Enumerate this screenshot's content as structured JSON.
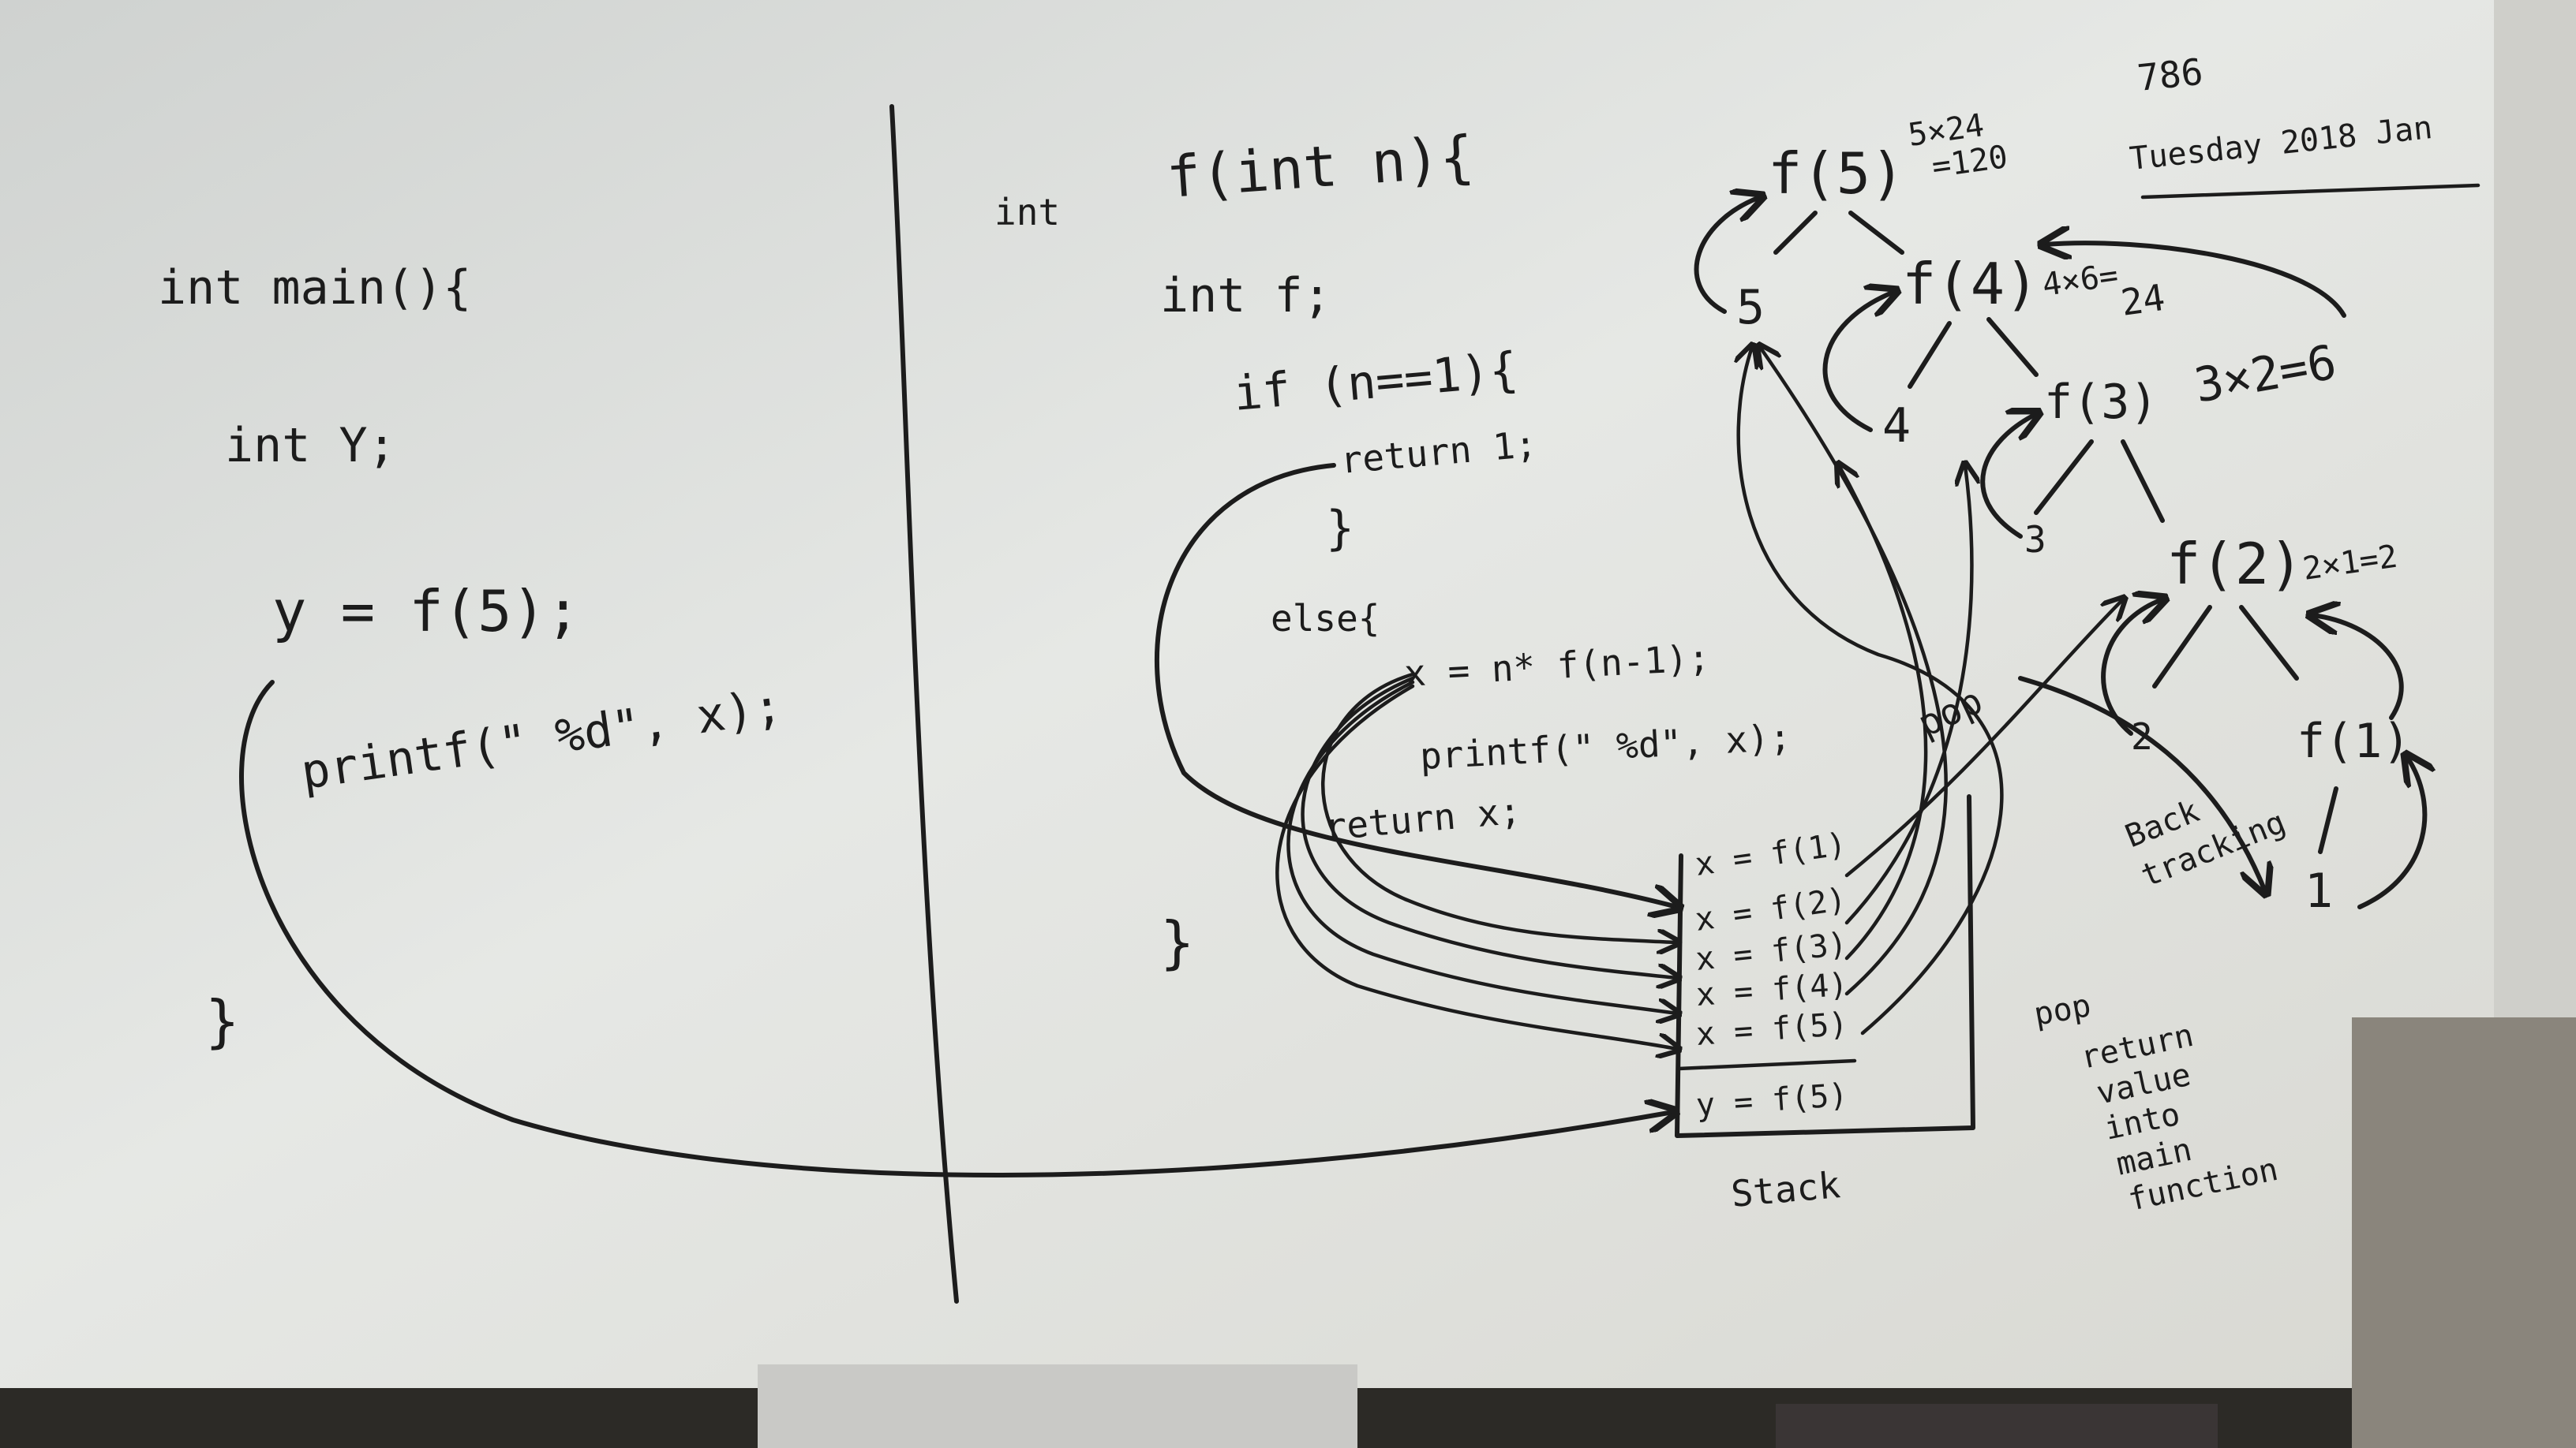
{
  "corner_note": {
    "number": "786",
    "date": "Tuesday 2018 Jan"
  },
  "main_code": {
    "header": "int main(){",
    "decl": "int Y;",
    "call": "y = f(5);",
    "print": "printf(\" %d\", x);",
    "close": "}"
  },
  "function_code": {
    "header_type": "int",
    "header": "f(int n){",
    "decl": "int f;",
    "cond": "if (n==1){",
    "ret1": "return 1;",
    "close_if": "}",
    "else": "else{",
    "recur": "x = n* f(n-1);",
    "print": "printf(\" %d\", x);",
    "ret": "return x;",
    "close": "}"
  },
  "stack": {
    "label": "Stack",
    "frames": [
      "x = f(1)",
      "x = f(2)",
      "x = f(3)",
      "x = f(4)",
      "x = f(5)",
      "y = f(5)"
    ],
    "pop_labels": [
      "pop",
      "pop"
    ]
  },
  "tree": {
    "nodes": [
      "f(5)",
      "f(4)",
      "f(3)",
      "f(2)",
      "f(1)"
    ],
    "leaves": [
      "5",
      "4",
      "3",
      "2",
      "1"
    ],
    "results": {
      "f5_a": "5×24",
      "f5_b": "=120",
      "f4_a": "4×6=",
      "f4_b": "24",
      "f3": "3×2=6",
      "f2": "2×1=2"
    }
  },
  "annotations": {
    "backtracking": [
      "Back",
      "tracking"
    ],
    "return_note": [
      "return",
      "value",
      "into",
      "main",
      "function"
    ]
  }
}
